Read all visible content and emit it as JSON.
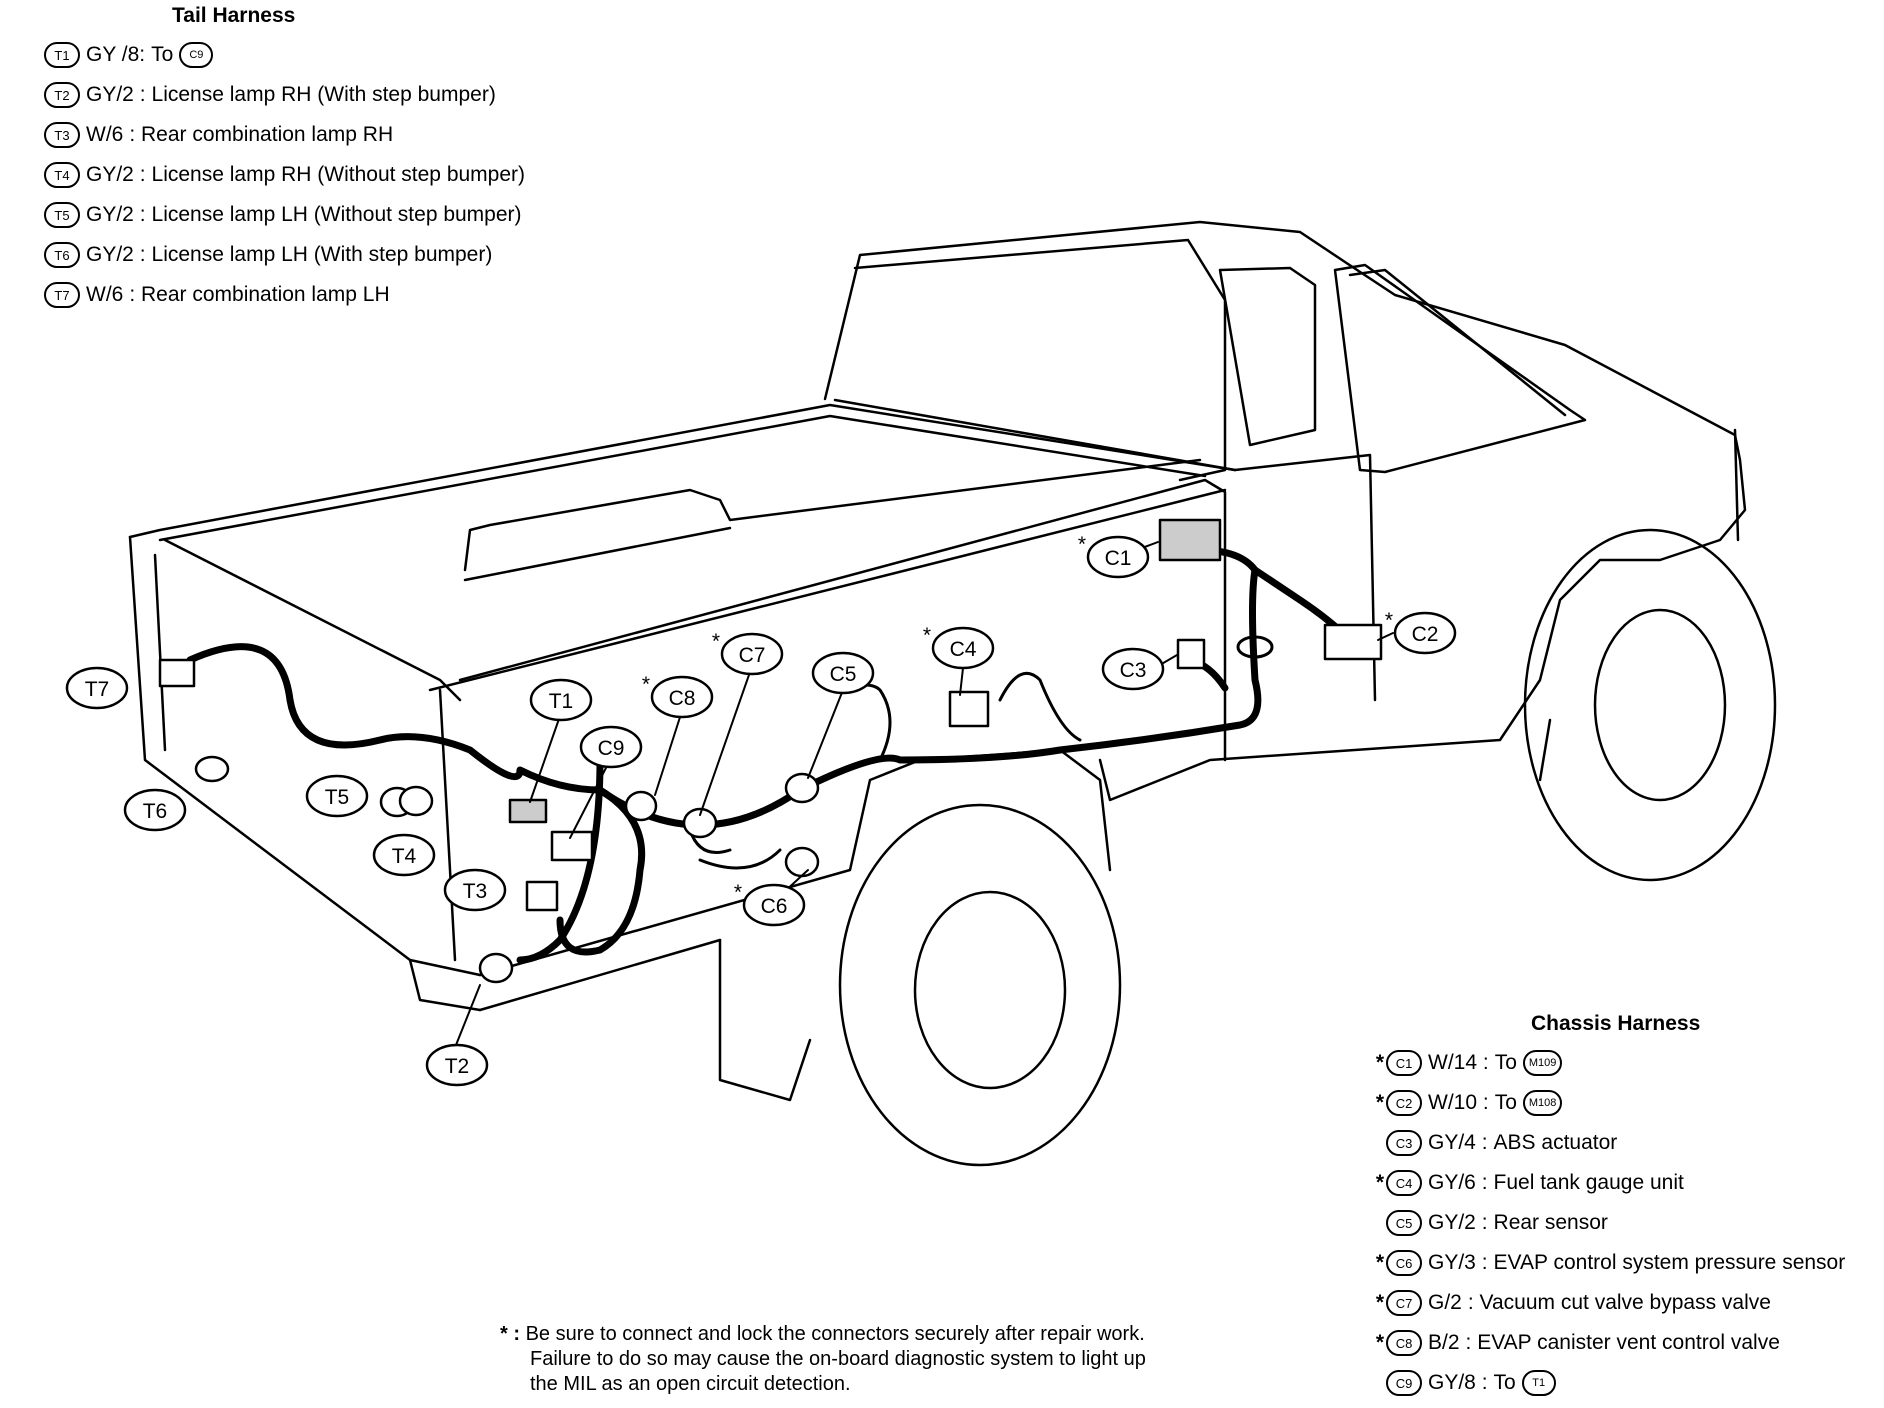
{
  "tail_harness": {
    "title": "Tail Harness",
    "items": [
      {
        "code": "T1",
        "wire": "GY /8:",
        "desc": "To",
        "ref": "C9"
      },
      {
        "code": "T2",
        "wire": "GY/2 :",
        "desc": "License lamp RH (With step bumper)",
        "ref": ""
      },
      {
        "code": "T3",
        "wire": "W/6",
        "desc": ": Rear combination lamp RH",
        "ref": ""
      },
      {
        "code": "T4",
        "wire": "GY/2 :",
        "desc": "License lamp RH (Without step bumper)",
        "ref": ""
      },
      {
        "code": "T5",
        "wire": "GY/2 :",
        "desc": "License lamp LH (Without step bumper)",
        "ref": ""
      },
      {
        "code": "T6",
        "wire": "GY/2 :",
        "desc": "License lamp LH (With step bumper)",
        "ref": ""
      },
      {
        "code": "T7",
        "wire": "W/6",
        "desc": ": Rear combination lamp LH",
        "ref": ""
      }
    ]
  },
  "chassis_harness": {
    "title": "Chassis Harness",
    "items": [
      {
        "star": "*",
        "code": "C1",
        "wire": "W/14 :",
        "desc": "To",
        "ref": "M109"
      },
      {
        "star": "*",
        "code": "C2",
        "wire": "W/10 :",
        "desc": "To",
        "ref": "M108"
      },
      {
        "star": "",
        "code": "C3",
        "wire": "GY/4 :",
        "desc": "ABS actuator",
        "ref": ""
      },
      {
        "star": "*",
        "code": "C4",
        "wire": "GY/6 :",
        "desc": "Fuel tank gauge unit",
        "ref": ""
      },
      {
        "star": "",
        "code": "C5",
        "wire": "GY/2 :",
        "desc": "Rear sensor",
        "ref": ""
      },
      {
        "star": "*",
        "code": "C6",
        "wire": "GY/3 :",
        "desc": "EVAP control system pressure sensor",
        "ref": ""
      },
      {
        "star": "*",
        "code": "C7",
        "wire": "G/2",
        "desc": ": Vacuum cut valve bypass valve",
        "ref": ""
      },
      {
        "star": "*",
        "code": "C8",
        "wire": "B/2",
        "desc": ": EVAP canister vent control valve",
        "ref": ""
      },
      {
        "star": "",
        "code": "C9",
        "wire": "GY/8 :",
        "desc": "To",
        "ref": "T1"
      }
    ]
  },
  "callouts": [
    {
      "label": "T7",
      "star": ""
    },
    {
      "label": "T6",
      "star": ""
    },
    {
      "label": "T5",
      "star": ""
    },
    {
      "label": "T4",
      "star": ""
    },
    {
      "label": "T3",
      "star": ""
    },
    {
      "label": "T2",
      "star": ""
    },
    {
      "label": "T1",
      "star": ""
    },
    {
      "label": "C9",
      "star": ""
    },
    {
      "label": "C8",
      "star": "*"
    },
    {
      "label": "C7",
      "star": "*"
    },
    {
      "label": "C6",
      "star": "*"
    },
    {
      "label": "C5",
      "star": ""
    },
    {
      "label": "C4",
      "star": "*"
    },
    {
      "label": "C3",
      "star": ""
    },
    {
      "label": "C2",
      "star": "*"
    },
    {
      "label": "C1",
      "star": "*"
    }
  ],
  "note": {
    "star": "* :",
    "lines": [
      "Be sure to connect and lock the connectors securely after repair work.",
      "Failure to do so may cause the on-board diagnostic system to light up",
      "the MIL as an open circuit detection."
    ]
  },
  "doc_id": "AEL322A"
}
